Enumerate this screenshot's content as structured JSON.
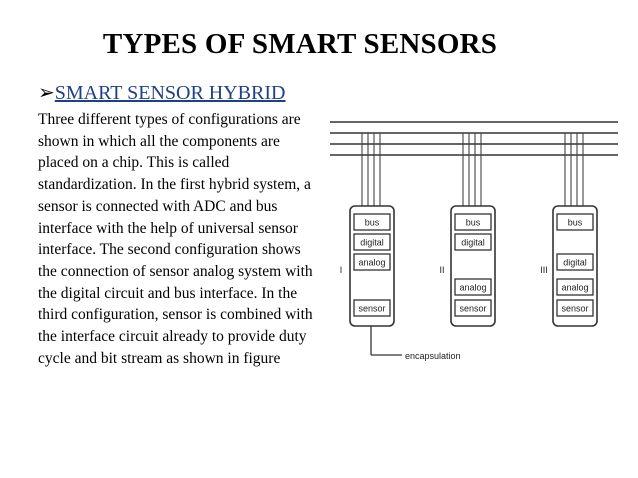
{
  "slide": {
    "title": "TYPES OF SMART SENSORS",
    "subhead": {
      "bullet": "➢",
      "text": "SMART SENSOR HYBRID"
    },
    "body": "Three different types of configurations are shown in which all the components are placed on a chip. This is called standardization. In the first hybrid system, a sensor is connected with ADC and bus interface with the help of universal sensor interface. The second configuration shows the connection of sensor analog system with the digital circuit and bus interface. In the third configuration, sensor is combined with the interface circuit already to provide duty cycle and bit stream as shown in figure"
  },
  "diagram": {
    "modules": [
      {
        "numeral": "I",
        "blocks": [
          "bus",
          "digital",
          "analog",
          "sensor"
        ]
      },
      {
        "numeral": "II",
        "blocks": [
          "bus",
          "digital",
          "analog",
          "sensor"
        ]
      },
      {
        "numeral": "III",
        "blocks": [
          "bus",
          "digital",
          "analog",
          "sensor"
        ]
      }
    ],
    "callout": "encapsulation"
  }
}
